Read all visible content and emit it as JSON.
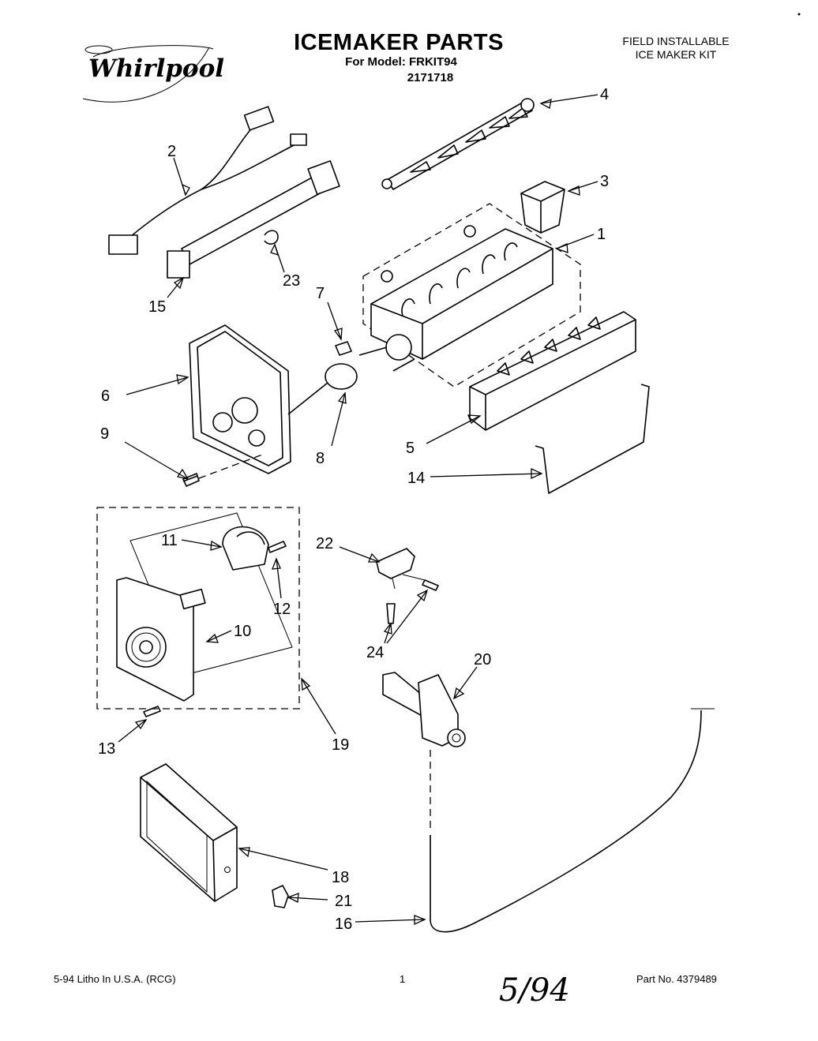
{
  "header": {
    "brand": "Whirlpool",
    "title": "ICEMAKER PARTS",
    "model_line": "For Model: FRKIT94",
    "model_number": "2171718",
    "kit_line1": "FIELD INSTALLABLE",
    "kit_line2": "ICE MAKER KIT"
  },
  "callouts": {
    "c1": "1",
    "c2": "2",
    "c3": "3",
    "c4": "4",
    "c5": "5",
    "c6": "6",
    "c7": "7",
    "c8": "8",
    "c9": "9",
    "c10": "10",
    "c11": "11",
    "c12": "12",
    "c13": "13",
    "c14": "14",
    "c15": "15",
    "c16": "16",
    "c18": "18",
    "c19": "19",
    "c20": "20",
    "c21": "21",
    "c22": "22",
    "c23": "23",
    "c24": "24"
  },
  "footer": {
    "litho": "5-94 Litho In U.S.A. (RCG)",
    "page_number": "1",
    "handwritten": "5/94",
    "part_number": "Part No. 4379489"
  }
}
